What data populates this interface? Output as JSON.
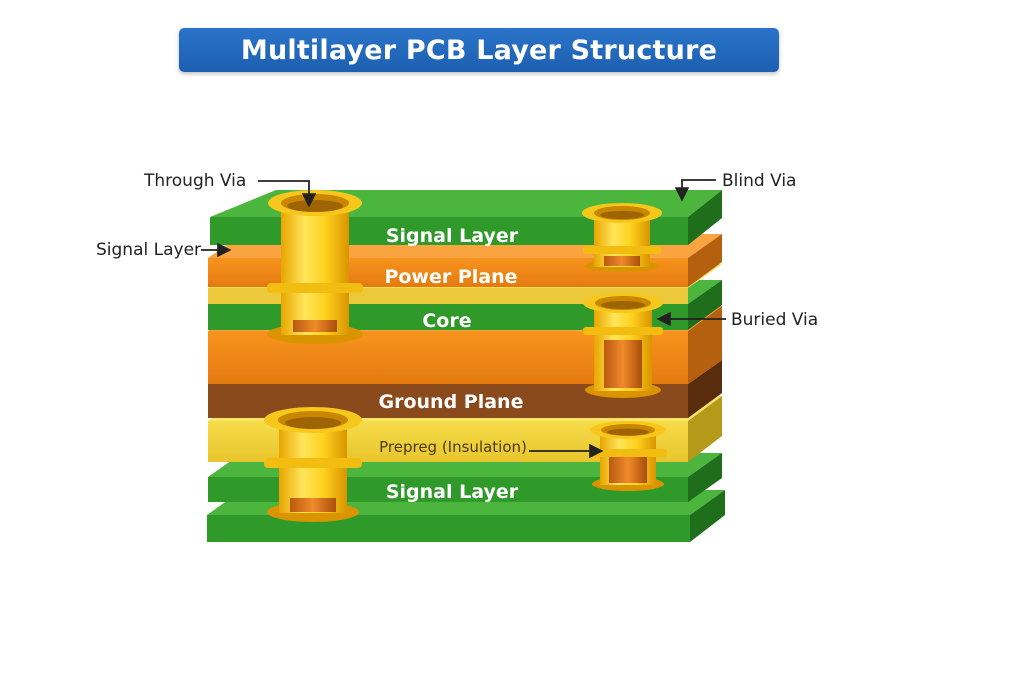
{
  "title": "Multilayer PCB Layer Structure",
  "layers": {
    "signal_top": "Signal Layer",
    "power": "Power Plane",
    "core": "Core",
    "ground": "Ground Plane",
    "prepreg": "Prepreg (Insulation)",
    "signal_bottom": "Signal Layer"
  },
  "callouts": {
    "through_via": "Through Via",
    "blind_via": "Blind Via",
    "signal_layer": "Signal Layer",
    "buried_via": "Buried Via"
  },
  "colors": {
    "green": "#2f9a2a",
    "orange": "#f08a14",
    "brown": "#8a4a1c",
    "yellow": "#f2d23a",
    "gold": "#f6c319",
    "title_blue": "#1f64b5"
  }
}
